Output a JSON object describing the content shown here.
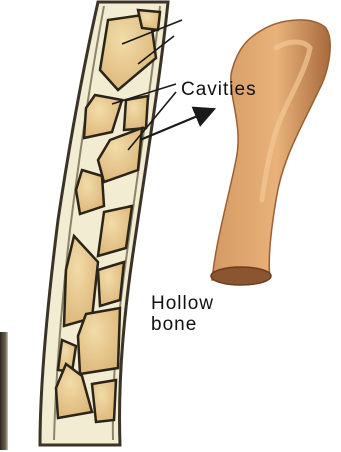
{
  "labels": {
    "cavities": "Cavities",
    "hollow_line1": "Hollow",
    "hollow_line2": "bone"
  },
  "colors": {
    "bone_outline": "#3a3328",
    "bone_fill": "#efe9c8",
    "cavity_fill": "#e3c48a",
    "cavity_outline": "#2b2418",
    "hollow_bone_fill": "#c98a55",
    "hollow_bone_shadow": "#8a5530",
    "arrow": "#1a1a1a"
  }
}
